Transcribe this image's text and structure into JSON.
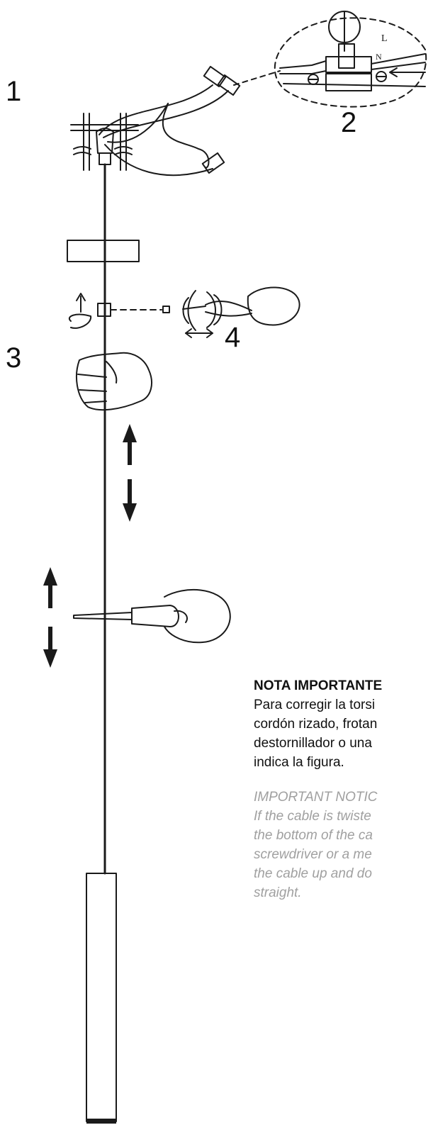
{
  "steps": {
    "s1": "1",
    "s2": "2",
    "s3": "3",
    "s4": "4"
  },
  "callout_letters": {
    "l": "L",
    "n": "N"
  },
  "note_es": {
    "title": "NOTA IMPORTANTE",
    "lines": [
      "Para corregir la torsi",
      "cordón rizado, frotan",
      "destornillador o una",
      "indica la figura."
    ]
  },
  "note_en": {
    "title": "IMPORTANT NOTIC",
    "lines": [
      "If the cable is twiste",
      "the bottom of the ca",
      "screwdriver or a me",
      "the cable up and do",
      "straight."
    ]
  },
  "colors": {
    "line": "#1a1a1a",
    "english_text": "#a0a0a0"
  }
}
